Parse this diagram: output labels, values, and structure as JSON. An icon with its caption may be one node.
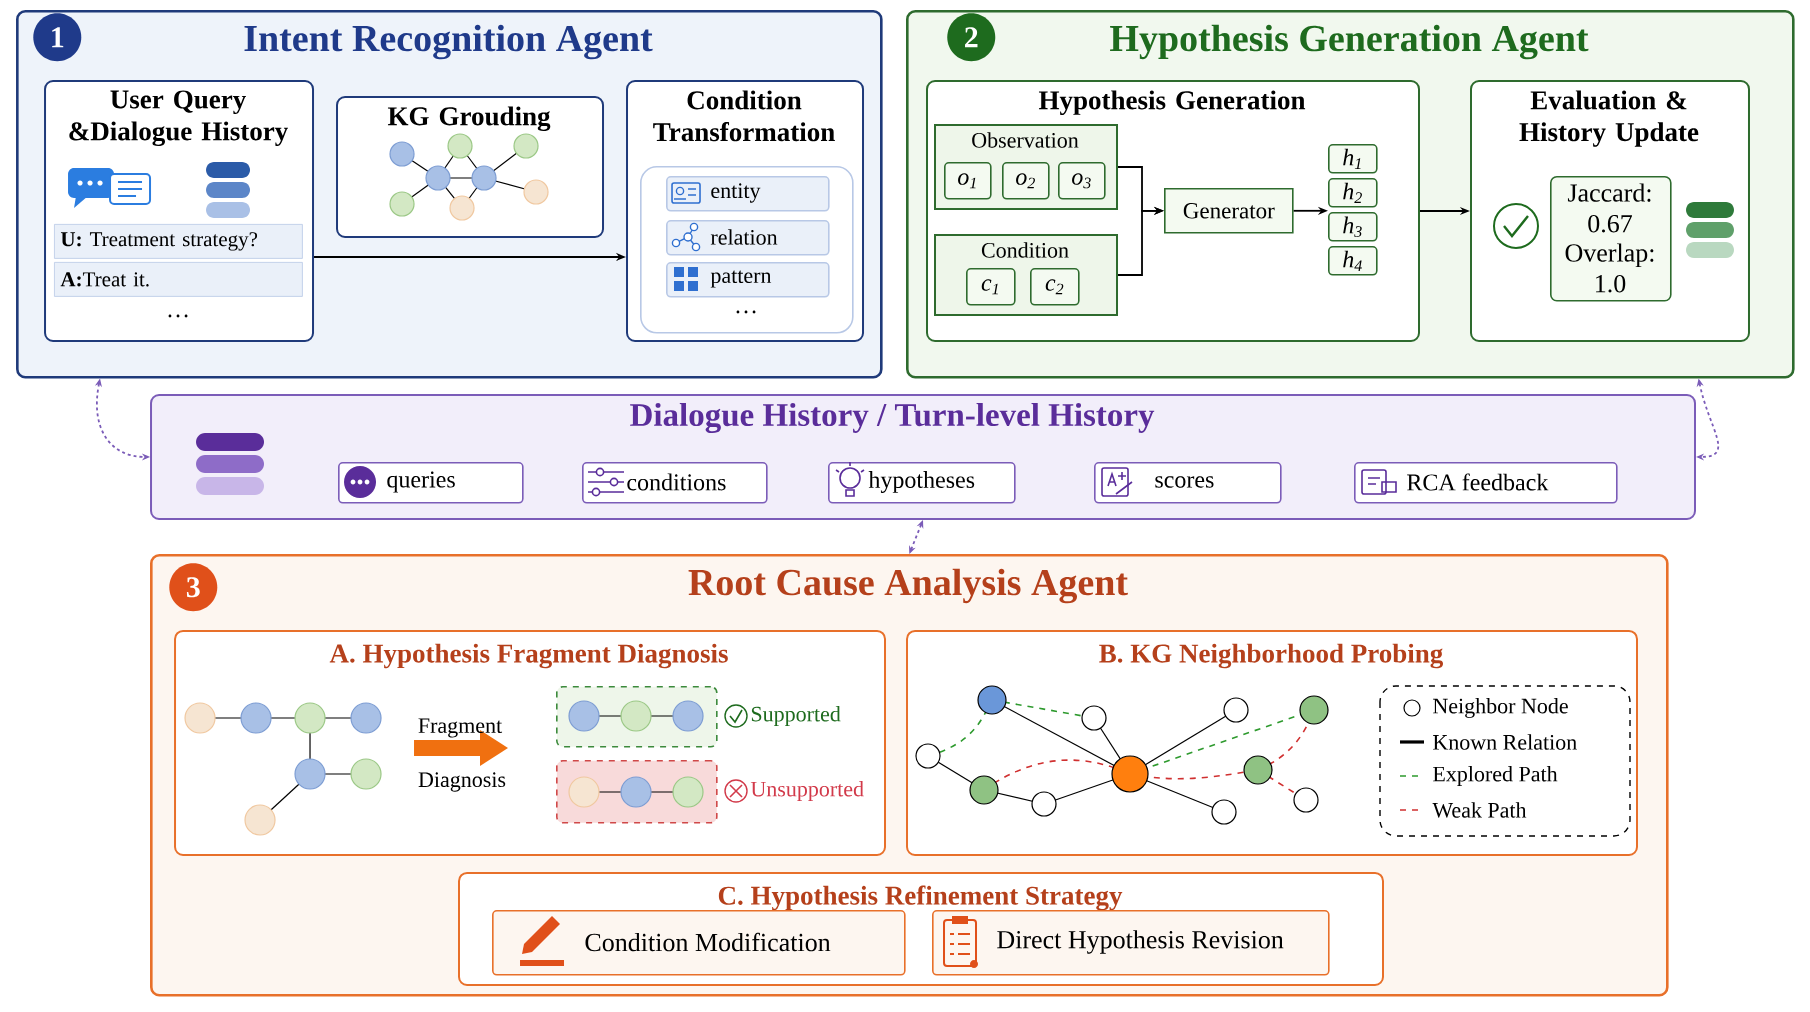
{
  "diagram": {
    "nodes": [
      {
        "text": [
          "Intent Recognition Agent"
        ]
      },
      {
        "text": [
          "1"
        ],
        "in": 0
      },
      {
        "text": [
          "User Query &Dialogue History",
          "…"
        ],
        "in": 0
      },
      {
        "text": [
          "**U:** Treatment strategy?"
        ],
        "in": 2
      },
      {
        "text": [
          "**A:**Treat it."
        ],
        "in": 2
      },
      {
        "text": [
          "KG Grouding"
        ],
        "in": 0
      },
      {
        "text": [
          "Condition Transformation"
        ],
        "in": 0
      },
      {
        "text": [
          "…"
        ],
        "in": 6
      },
      {
        "text": [
          "entity"
        ],
        "in": 7
      },
      {
        "text": [
          "relation"
        ],
        "in": 7
      },
      {
        "text": [
          "pattern"
        ],
        "in": 7
      },
      {
        "text": [
          "Hypothesis Generation Agent"
        ]
      },
      {
        "text": [
          "2"
        ],
        "in": 11
      },
      {
        "text": [
          "Hypothesis Generation"
        ],
        "in": 11
      },
      {
        "text": [
          "Observation"
        ],
        "in": 13
      },
      {
        "text": [
          "o$_{1}$"
        ],
        "in": 14
      },
      {
        "text": [
          "o$_{2}$"
        ],
        "in": 14
      },
      {
        "text": [
          "o$_{3}$"
        ],
        "in": 14
      },
      {
        "text": [
          "Condition"
        ],
        "in": 13
      },
      {
        "text": [
          "c$_{1}$"
        ],
        "in": 18
      },
      {
        "text": [
          "c$_{2}$"
        ],
        "in": 18
      },
      {
        "text": [
          "Generator"
        ],
        "in": 13
      },
      {
        "text": [
          "h$_{1}$"
        ],
        "in": 13
      },
      {
        "text": [
          "h$_{2}$"
        ],
        "in": 13
      },
      {
        "text": [
          "h$_{3}$"
        ],
        "in": 13
      },
      {
        "text": [
          "h$_{4}$"
        ],
        "in": 13
      },
      {
        "text": [
          "Evaluation & History Update"
        ],
        "in": 11
      },
      {
        "text": [
          "Jaccard: 0.67",
          "Overlap: 1.0"
        ],
        "in": 26
      },
      {
        "text": [
          "Dialogue History / Turn-level History"
        ]
      },
      {
        "text": [
          "queries"
        ],
        "in": 28
      },
      {
        "text": [
          "conditions"
        ],
        "in": 28
      },
      {
        "text": [
          "hypotheses"
        ],
        "in": 28
      },
      {
        "text": [
          "scores"
        ],
        "in": 28
      },
      {
        "text": [
          "RCA feedback"
        ],
        "in": 28
      },
      {
        "text": [
          "Root Cause Analysis Agent"
        ]
      },
      {
        "text": [
          "3"
        ],
        "in": 34
      },
      {
        "text": [
          "A. Hypothesis Fragment Diagnosis"
        ],
        "in": 34
      },
      {
        "text": [],
        "shape": "box",
        "in": 36,
        "beside": [
          "Supported"
        ]
      },
      {
        "text": [],
        "shape": "box",
        "in": 36,
        "beside": [
          "Unsupported"
        ]
      },
      {
        "text": [
          "B. KG Neighborhood Probing"
        ],
        "in": 34
      },
      {
        "text": [
          "C. Hypothesis Refinement Strategy"
        ],
        "in": 34
      },
      {
        "text": [
          "Condition Modification"
        ],
        "in": 40
      },
      {
        "text": [
          "Direct Hypothesis Revision"
        ],
        "in": 40
      }
    ],
    "edges": [
      {
        "from": 2,
        "to": 6,
        "arrow": "to"
      },
      {
        "from": 14,
        "to": 21,
        "arrow": "to"
      },
      {
        "from": 18,
        "to": 21,
        "arrow": "to"
      },
      {
        "from": 21,
        "to": 23,
        "arrow": "to"
      },
      {
        "from": 13,
        "to": 26,
        "arrow": "to"
      },
      {
        "from": 0,
        "to": 28,
        "arrow": "both",
        "style": "dashed",
        "color": "#7b5cb8"
      },
      {
        "from": 11,
        "to": 28,
        "arrow": "both",
        "style": "dashed",
        "color": "#7b5cb8"
      },
      {
        "from": 28,
        "to": 34,
        "arrow": "both",
        "style": "dashed",
        "color": "#7b5cb8"
      }
    ],
    "labels": [
      "Fragment",
      "Diagnosis"
    ],
    "legend": [
      {
        "text": "Neighbor Node"
      },
      {
        "text": "Known Relation"
      },
      {
        "text": "Explored Path"
      },
      {
        "text": "Weak Path"
      }
    ]
  }
}
